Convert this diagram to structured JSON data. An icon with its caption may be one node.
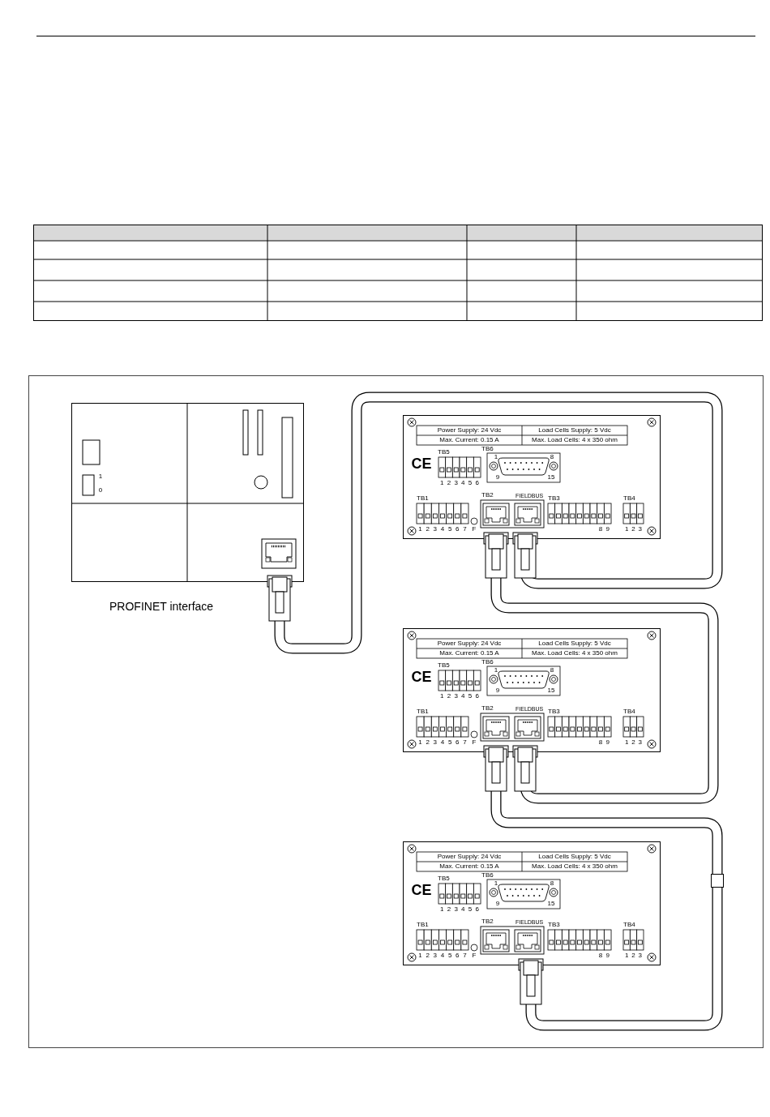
{
  "diagram": {
    "nodes": [
      {
        "text": [
          "1",
          "0"
        ],
        "beside": [
          "PROFINET interface"
        ]
      },
      {
        "text": [
          "Power Supply: 24 Vdc",
          "Load Cells Supply: 5 Vdc",
          "Max. Current: 0.15 A",
          "Max. Load Cells: 4 x 350 ohm",
          "CE",
          "TB5",
          "1",
          "2",
          "3",
          "4",
          "5",
          "6",
          "TB6",
          "1",
          "8",
          "9",
          "15",
          "TB1",
          "1",
          "2",
          "3",
          "4",
          "5",
          "6",
          "7",
          "F",
          "TB2",
          "FIELDBUS",
          "TB3",
          "8",
          "9",
          "TB4",
          "1",
          "2",
          "3"
        ]
      },
      {
        "text": [
          "Power Supply: 24 Vdc",
          "Load Cells Supply: 5 Vdc",
          "Max. Current: 0.15 A",
          "Max. Load Cells: 4 x 350 ohm",
          "CE",
          "TB5",
          "1",
          "2",
          "3",
          "4",
          "5",
          "6",
          "TB6",
          "1",
          "8",
          "9",
          "15",
          "TB1",
          "1",
          "2",
          "3",
          "4",
          "5",
          "6",
          "7",
          "F",
          "TB2",
          "FIELDBUS",
          "TB3",
          "8",
          "9",
          "TB4",
          "1",
          "2",
          "3"
        ]
      },
      {
        "text": [
          "Power Supply: 24 Vdc",
          "Load Cells Supply: 5 Vdc",
          "Max. Current: 0.15 A",
          "Max. Load Cells: 4 x 350 ohm",
          "CE",
          "TB5",
          "1",
          "2",
          "3",
          "4",
          "5",
          "6",
          "TB6",
          "1",
          "8",
          "9",
          "15",
          "TB1",
          "1",
          "2",
          "3",
          "4",
          "5",
          "6",
          "7",
          "F",
          "TB2",
          "FIELDBUS",
          "TB3",
          "8",
          "9",
          "TB4",
          "1",
          "2",
          "3"
        ]
      },
      {
        "text": [],
        "shape": "box"
      }
    ],
    "edges": [
      {
        "from": 0,
        "to": 1,
        "arrow": "other"
      },
      {
        "from": 1,
        "to": 2,
        "arrow": "other"
      },
      {
        "from": 2,
        "to": 4,
        "arrow": "other"
      },
      {
        "from": 4,
        "to": 3,
        "arrow": "other"
      }
    ]
  }
}
